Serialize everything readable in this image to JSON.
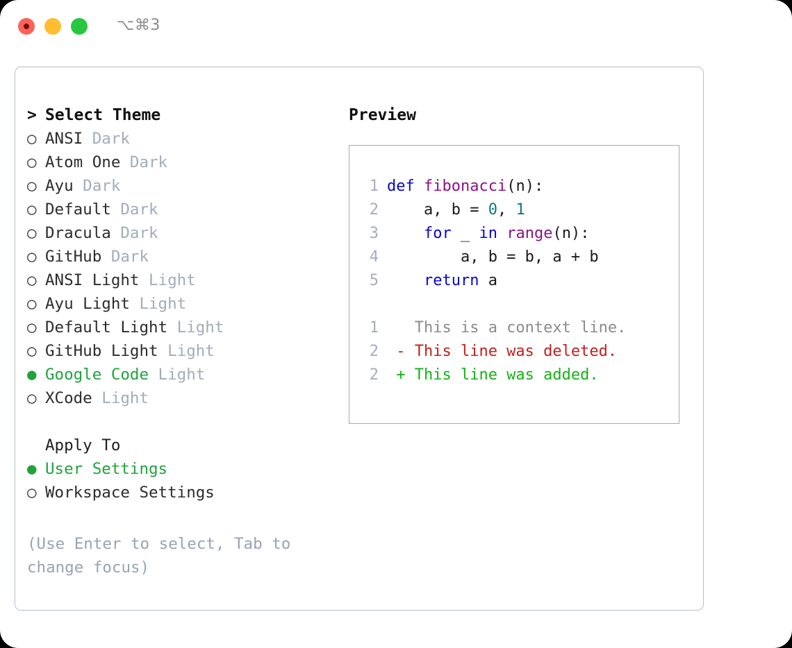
{
  "titlebar": {
    "shortcut": "⌥⌘3",
    "lights": [
      "close-red",
      "minimize-yellow",
      "maximize-green"
    ]
  },
  "theme_picker": {
    "header": {
      "marker": "> ",
      "label": "Select Theme"
    },
    "items": [
      {
        "marker": "○ ",
        "name": "ANSI",
        "variant": " Dark",
        "selected": false
      },
      {
        "marker": "○ ",
        "name": "Atom One",
        "variant": " Dark",
        "selected": false
      },
      {
        "marker": "○ ",
        "name": "Ayu",
        "variant": " Dark",
        "selected": false
      },
      {
        "marker": "○ ",
        "name": "Default",
        "variant": " Dark",
        "selected": false
      },
      {
        "marker": "○ ",
        "name": "Dracula",
        "variant": " Dark",
        "selected": false
      },
      {
        "marker": "○ ",
        "name": "GitHub",
        "variant": " Dark",
        "selected": false
      },
      {
        "marker": "○ ",
        "name": "ANSI Light",
        "variant": " Light",
        "selected": false
      },
      {
        "marker": "○ ",
        "name": "Ayu Light",
        "variant": " Light",
        "selected": false
      },
      {
        "marker": "○ ",
        "name": "Default Light",
        "variant": " Light",
        "selected": false
      },
      {
        "marker": "○ ",
        "name": "GitHub Light",
        "variant": " Light",
        "selected": false
      },
      {
        "marker": "● ",
        "name": "Google Code",
        "variant": " Light",
        "selected": true
      },
      {
        "marker": "○ ",
        "name": "XCode",
        "variant": " Light",
        "selected": false
      }
    ]
  },
  "apply_to": {
    "title": "Apply To",
    "title_marker": "  ",
    "options": [
      {
        "marker": "● ",
        "label": "User Settings",
        "selected": true
      },
      {
        "marker": "○ ",
        "label": "Workspace Settings",
        "selected": false
      }
    ]
  },
  "hint": "(Use Enter to select, Tab to change focus)",
  "preview": {
    "title": "Preview",
    "code_lines": [
      {
        "ln": "1",
        "tokens": [
          {
            "t": "def ",
            "c": "kw"
          },
          {
            "t": "fibonacci",
            "c": "fn"
          },
          {
            "t": "(n):",
            "c": "pl"
          }
        ]
      },
      {
        "ln": "2",
        "tokens": [
          {
            "t": "    a, b = ",
            "c": "pl"
          },
          {
            "t": "0",
            "c": "num"
          },
          {
            "t": ", ",
            "c": "pl"
          },
          {
            "t": "1",
            "c": "num"
          }
        ]
      },
      {
        "ln": "3",
        "tokens": [
          {
            "t": "    ",
            "c": "pl"
          },
          {
            "t": "for",
            "c": "kw"
          },
          {
            "t": " _ ",
            "c": "pl"
          },
          {
            "t": "in",
            "c": "kw"
          },
          {
            "t": " ",
            "c": "pl"
          },
          {
            "t": "range",
            "c": "fn"
          },
          {
            "t": "(n):",
            "c": "pl"
          }
        ]
      },
      {
        "ln": "4",
        "tokens": [
          {
            "t": "        a, b = b, a + b",
            "c": "pl"
          }
        ]
      },
      {
        "ln": "5",
        "tokens": [
          {
            "t": "    ",
            "c": "pl"
          },
          {
            "t": "return",
            "c": "kw"
          },
          {
            "t": " a",
            "c": "pl"
          }
        ]
      }
    ],
    "diff_lines": [
      {
        "ln": "1",
        "text": "   This is a context line.",
        "kind": "diff-ctx"
      },
      {
        "ln": "2",
        "text": " - This line was deleted.",
        "kind": "diff-del"
      },
      {
        "ln": "2",
        "text": " + This line was added.",
        "kind": "diff-add"
      }
    ]
  },
  "colors": {
    "accent_green": "#1fa33c",
    "keyword_blue": "#0a06c8",
    "function_purple": "#8c1289",
    "number_teal": "#0e787c",
    "diff_deleted_red": "#c3201c",
    "diff_added_green": "#15b215",
    "muted_gray": "#a3acba",
    "border": "#b7c0cd"
  }
}
